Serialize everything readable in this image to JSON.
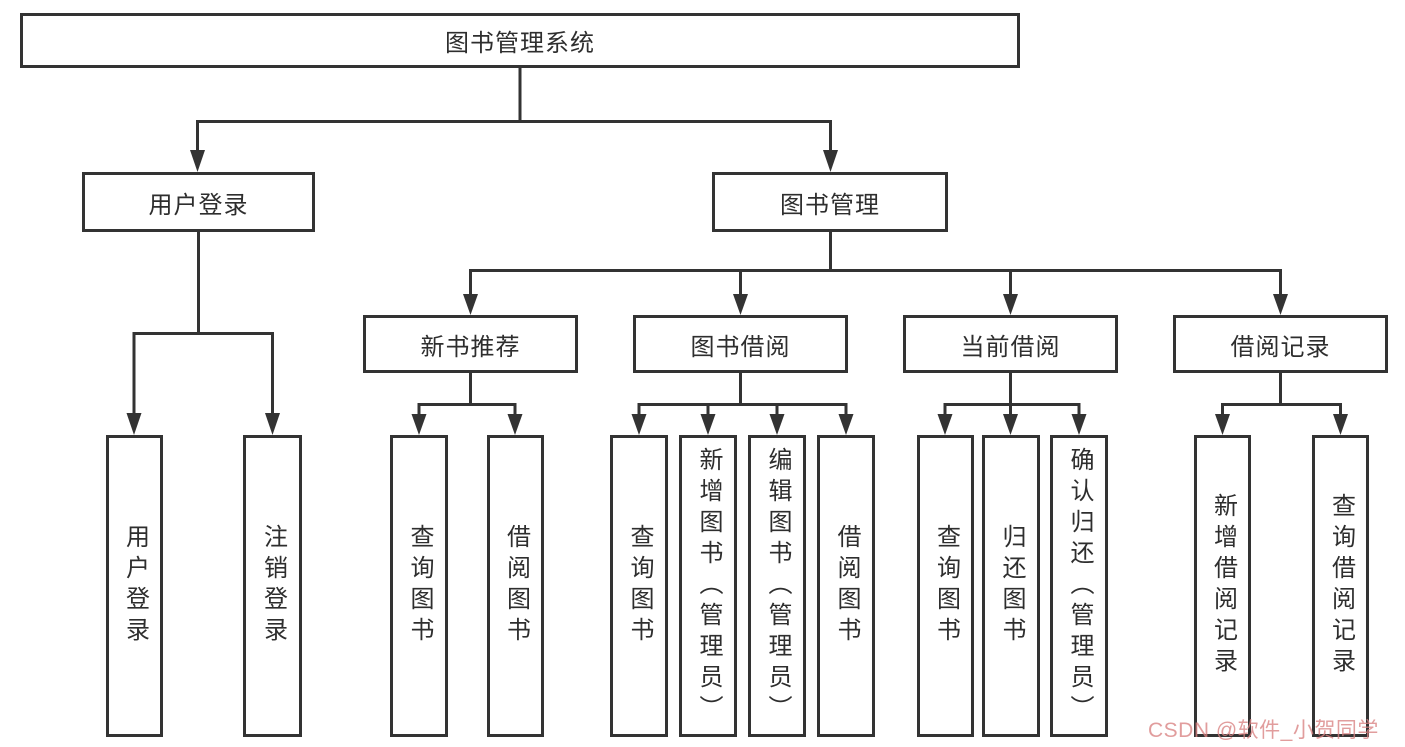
{
  "tree": {
    "root_label": "图书管理系统",
    "login_branch": {
      "label": "用户登录",
      "leaves": [
        "用户登录",
        "注销登录"
      ]
    },
    "mgmt_branch": {
      "label": "图书管理",
      "groups": [
        {
          "label": "新书推荐",
          "leaves": [
            "查询图书",
            "借阅图书"
          ]
        },
        {
          "label": "图书借阅",
          "leaves": [
            "查询图书",
            "新增图书（管理员）",
            "编辑图书（管理员）",
            "借阅图书"
          ]
        },
        {
          "label": "当前借阅",
          "leaves": [
            "查询图书",
            "归还图书",
            "确认归还（管理员）"
          ]
        },
        {
          "label": "借阅记录",
          "leaves": [
            "新增借阅记录",
            "查询借阅记录"
          ]
        }
      ]
    }
  },
  "watermark": {
    "text": "CSDN @软件_小贺同学"
  },
  "colors": {
    "line": "#333333",
    "box_border": "#333333",
    "text": "#2e2e2e",
    "background": "#ffffff",
    "watermark": "#d88282"
  }
}
